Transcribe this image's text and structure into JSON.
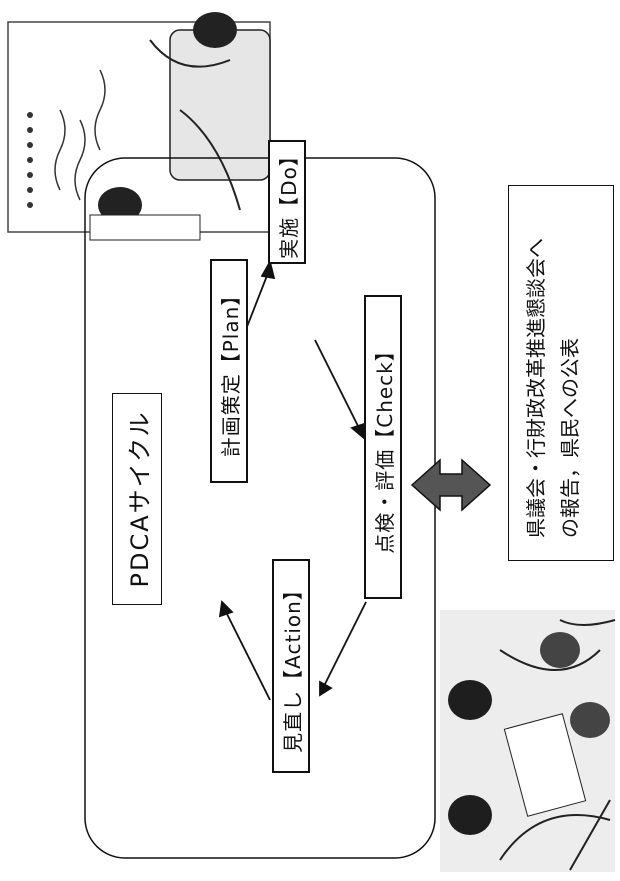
{
  "cycle": {
    "title": "PDCAサイクル",
    "plan": "計画策定【Plan】",
    "do": "実施【Do】",
    "check": "点検・評価【Check】",
    "action": "見直し【Action】"
  },
  "report": {
    "line1": "県議会・行財政改革推進懇談会へ",
    "line2": "の報告，県民への公表"
  }
}
